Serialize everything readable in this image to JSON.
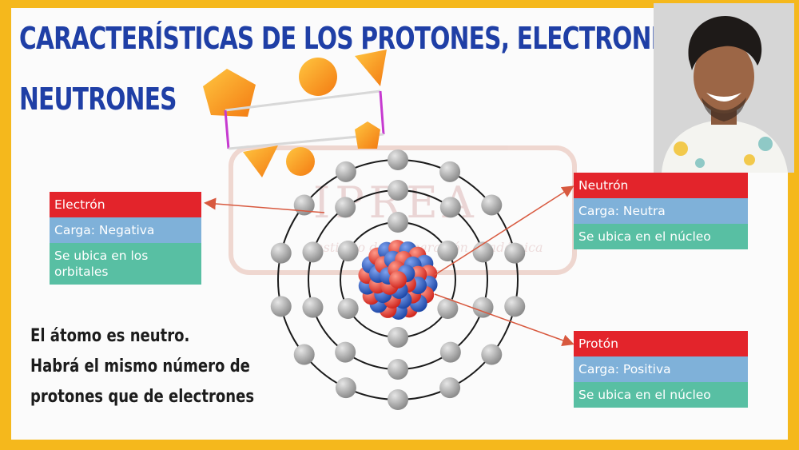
{
  "title": {
    "line1": "CARACTERÍSTICAS DE LOS PROTONES, ELECTRONES Y",
    "line2": "NEUTRONES"
  },
  "watermark": {
    "text": "IPREA",
    "subtext": "Instituto de Preparación Académica"
  },
  "electron": {
    "name": "Electrón",
    "charge": "Carga: Negativa",
    "location": "Se ubica en los orbitales"
  },
  "neutron": {
    "name": "Neutrón",
    "charge": "Carga: Neutra",
    "location": "Se ubica en el núcleo"
  },
  "proton": {
    "name": "Protón",
    "charge": "Carga: Positiva",
    "location": "Se ubica en el núcleo"
  },
  "note": {
    "line1": "El átomo es neutro.",
    "line2": "Habrá el mismo número de",
    "line3": "protones que de electrones"
  },
  "colors": {
    "title": "#1f3fa6",
    "frame": "#f5b81c",
    "header_red": "#e3242b",
    "charge_blue": "#7fb1d9",
    "location_teal": "#58bfa3",
    "proton_red": "#e8413a",
    "neutron_blue": "#2f5fbf",
    "electron_gray": "#9e9e9e"
  },
  "icons": {
    "shapes": "geometric-shapes-icon",
    "atom": "atom-diagram-icon",
    "webcam": "presenter-webcam"
  }
}
